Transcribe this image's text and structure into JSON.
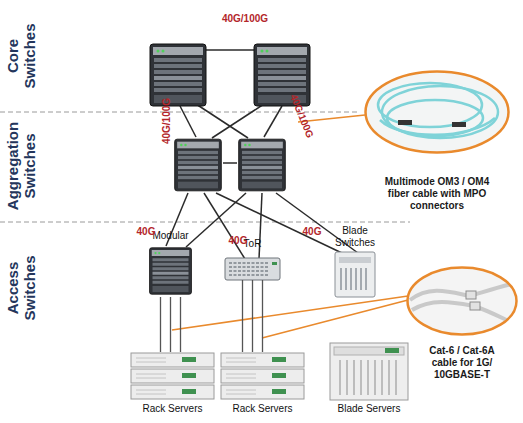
{
  "diagram": {
    "nodes": [
      {
        "text": [
          "Core Switches"
        ]
      },
      {
        "text": [
          "Aggregation Switches"
        ]
      },
      {
        "text": [
          "Access Switches"
        ]
      },
      {
        "text": [
          "Modular"
        ]
      },
      {
        "text": [
          "ToR"
        ]
      },
      {
        "text": [
          "Blade Switches"
        ]
      },
      {
        "text": [
          "Rack Servers"
        ]
      },
      {
        "text": [
          "Rack Servers"
        ]
      },
      {
        "text": [
          "Blade Servers"
        ]
      },
      {
        "text": [
          "Multimode OM3 / OM4 fiber cable with MPO connectors"
        ]
      },
      {
        "text": [
          "Cat-6 / Cat-6A cable for 1G/ 10GBASE-T"
        ]
      }
    ],
    "edges": [
      {
        "from": 3,
        "to": 6,
        "arrow": "none"
      },
      {
        "from": 4,
        "to": 7,
        "arrow": "none"
      }
    ],
    "labels": [
      "40G/100G",
      "40G/100G",
      "40G/100G",
      "40G",
      "40G",
      "40G"
    ]
  }
}
